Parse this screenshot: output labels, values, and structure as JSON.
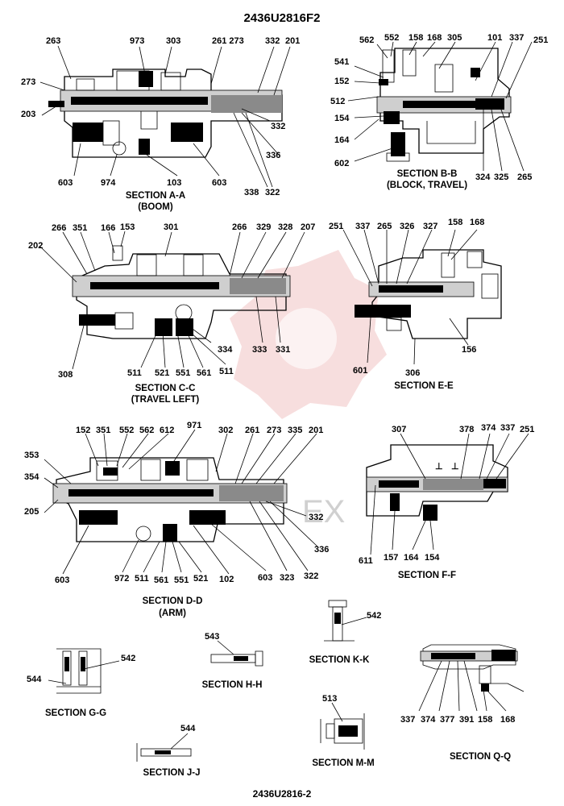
{
  "header": "2436U2816F2",
  "footer": "2436U2816-2",
  "watermark_text": "EX",
  "sections": {
    "a": {
      "title": "SECTION A-A",
      "subtitle": "(BOOM)",
      "labels": [
        "263",
        "973",
        "303",
        "261 273",
        "332",
        "201",
        "273",
        "203",
        "332",
        "336",
        "603",
        "974",
        "103",
        "603",
        "338",
        "322"
      ]
    },
    "b": {
      "title": "SECTION B-B",
      "subtitle": "(BLOCK, TRAVEL)",
      "labels": [
        "562",
        "552",
        "158",
        "168",
        "305",
        "101",
        "337",
        "251",
        "541",
        "152",
        "512",
        "154",
        "164",
        "602",
        "324",
        "325",
        "265"
      ]
    },
    "c": {
      "title": "SECTION C-C",
      "subtitle": "(TRAVEL LEFT)",
      "labels": [
        "266",
        "351",
        "166",
        "153",
        "301",
        "266",
        "329",
        "328",
        "207",
        "202",
        "308",
        "334",
        "333",
        "331",
        "511",
        "521",
        "551",
        "561",
        "511"
      ]
    },
    "e": {
      "title": "SECTION E-E",
      "labels": [
        "251",
        "337",
        "265",
        "326",
        "327",
        "158",
        "168",
        "601",
        "306",
        "156"
      ]
    },
    "d": {
      "title": "SECTION D-D",
      "subtitle": "(ARM)",
      "labels": [
        "152",
        "351",
        "552",
        "562",
        "612",
        "971",
        "302",
        "261",
        "273",
        "335",
        "201",
        "353",
        "354",
        "205",
        "332",
        "336",
        "603",
        "972",
        "511",
        "561",
        "551",
        "521",
        "102",
        "603",
        "323",
        "322"
      ]
    },
    "f": {
      "title": "SECTION F-F",
      "labels": [
        "307",
        "378",
        "374",
        "337",
        "251",
        "611",
        "157",
        "164",
        "154"
      ]
    },
    "h": {
      "title": "SECTION H-H",
      "labels": [
        "543"
      ]
    },
    "k": {
      "title": "SECTION K-K",
      "labels": [
        "542"
      ]
    },
    "g": {
      "title": "SECTION G-G",
      "labels": [
        "542",
        "544"
      ]
    },
    "m": {
      "title": "SECTION M-M",
      "labels": [
        "513"
      ]
    },
    "q": {
      "title": "SECTION Q-Q",
      "labels": [
        "337",
        "374",
        "377",
        "391",
        "158",
        "168"
      ]
    },
    "j": {
      "title": "SECTION J-J",
      "labels": [
        "544"
      ]
    }
  }
}
